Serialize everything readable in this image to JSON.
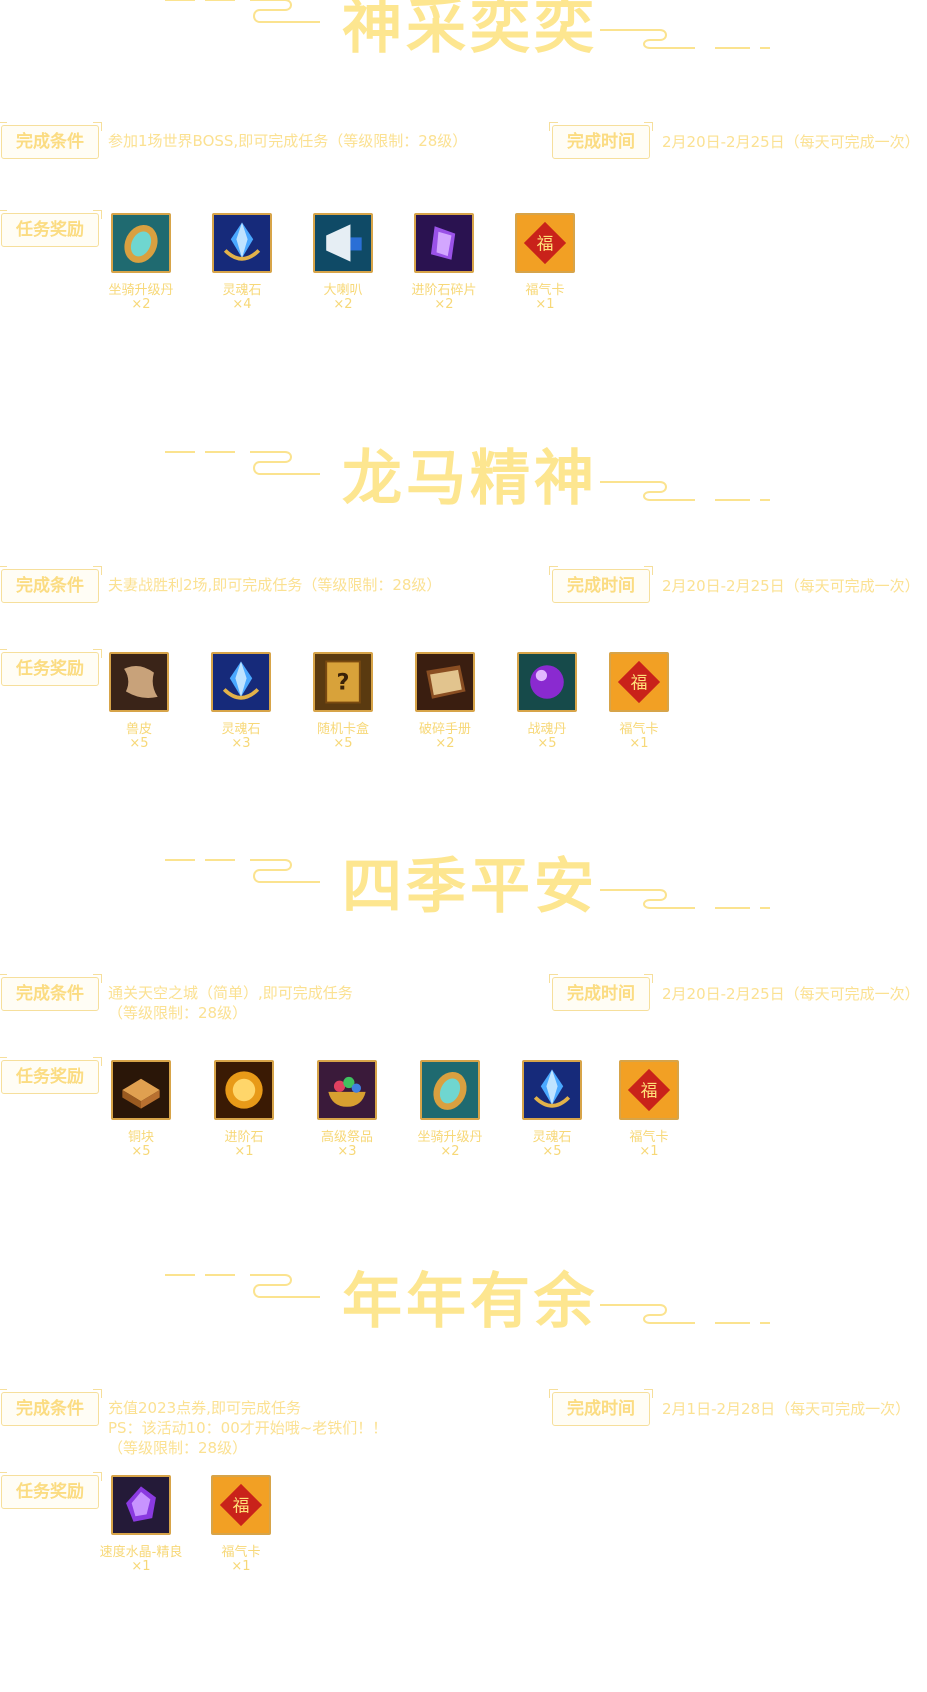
{
  "labels": {
    "condition": "完成条件",
    "time": "完成时间",
    "reward": "任务奖励"
  },
  "sections": [
    {
      "title": "神采奕奕",
      "condition_lines": [
        "参加1场世界BOSS,即可完成任务（等级限制：28级）"
      ],
      "time": "2月20日-2月25日（每天可完成一次）",
      "rewards": [
        {
          "name": "坐骑升级丹",
          "qty": "×2",
          "icon": "mount-upgrade-pill-icon"
        },
        {
          "name": "灵魂石",
          "qty": "×4",
          "icon": "soul-stone-icon"
        },
        {
          "name": "大喇叭",
          "qty": "×2",
          "icon": "megaphone-icon"
        },
        {
          "name": "进阶石碎片",
          "qty": "×2",
          "icon": "advance-stone-shard-icon"
        },
        {
          "name": "福气卡",
          "qty": "×1",
          "icon": "fortune-card-icon"
        }
      ]
    },
    {
      "title": "龙马精神",
      "condition_lines": [
        "夫妻战胜利2场,即可完成任务（等级限制：28级）"
      ],
      "time": "2月20日-2月25日（每天可完成一次）",
      "rewards": [
        {
          "name": "兽皮",
          "qty": "×5",
          "icon": "beast-hide-icon"
        },
        {
          "name": "灵魂石",
          "qty": "×3",
          "icon": "soul-stone-icon"
        },
        {
          "name": "随机卡盒",
          "qty": "×5",
          "icon": "random-card-box-icon"
        },
        {
          "name": "破碎手册",
          "qty": "×2",
          "icon": "broken-manual-icon"
        },
        {
          "name": "战魂丹",
          "qty": "×5",
          "icon": "battle-soul-pill-icon"
        },
        {
          "name": "福气卡",
          "qty": "×1",
          "icon": "fortune-card-icon"
        }
      ]
    },
    {
      "title": "四季平安",
      "condition_lines": [
        "通关天空之城（简单）,即可完成任务",
        "（等级限制：28级）"
      ],
      "time": "2月20日-2月25日（每天可完成一次）",
      "rewards": [
        {
          "name": "铜块",
          "qty": "×5",
          "icon": "copper-block-icon"
        },
        {
          "name": "进阶石",
          "qty": "×1",
          "icon": "advance-stone-icon"
        },
        {
          "name": "高级祭品",
          "qty": "×3",
          "icon": "premium-offering-icon"
        },
        {
          "name": "坐骑升级丹",
          "qty": "×2",
          "icon": "mount-upgrade-pill-icon"
        },
        {
          "name": "灵魂石",
          "qty": "×5",
          "icon": "soul-stone-icon"
        },
        {
          "name": "福气卡",
          "qty": "×1",
          "icon": "fortune-card-icon"
        }
      ]
    },
    {
      "title": "年年有余",
      "condition_lines": [
        "充值2023点券,即可完成任务",
        "PS：该活动10：00才开始哦~老铁们！！",
        "（等级限制：28级）"
      ],
      "time": "2月1日-2月28日（每天可完成一次）",
      "rewards": [
        {
          "name": "速度水晶-精良",
          "qty": "×1",
          "icon": "speed-crystal-icon"
        },
        {
          "name": "福气卡",
          "qty": "×1",
          "icon": "fortune-card-icon"
        }
      ]
    }
  ]
}
